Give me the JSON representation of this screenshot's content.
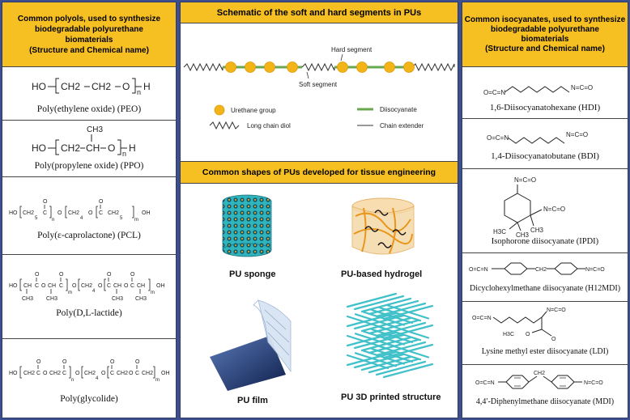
{
  "left": {
    "header_lines": [
      "Common polyols, used to synthesize",
      "biodegradable polyurethane",
      "biomaterials",
      "(Structure and Chemical name)"
    ],
    "items": [
      {
        "name": "Poly(ethylene oxide) (PEO)"
      },
      {
        "name": "Poly(propylene oxide) (PPO)"
      },
      {
        "name": "Poly(ε-caprolactone) (PCL)"
      },
      {
        "name": "Poly(D,L-lactide)"
      },
      {
        "name": "Poly(glycolide)"
      }
    ],
    "formula_text": {
      "ho": "HO",
      "h": "H",
      "oh": "OH",
      "o": "O",
      "n": "n",
      "m": "m",
      "ch2": "CH2",
      "ch": "CH",
      "ch3": "CH3",
      "c": "C",
      "five": "5",
      "four": "4"
    }
  },
  "middle": {
    "schematic_title": "Schematic of the soft and hard segments in PUs",
    "hard_segment_label": "Hard segment",
    "soft_segment_label": "Soft segment",
    "legend": {
      "urethane": "Urethane group",
      "diisocyanate": "Diisocyanate",
      "long_chain_diol": "Long chain diol",
      "chain_extender": "Chain extender"
    },
    "shapes_title": "Common shapes of PUs developed for tissue engineering",
    "shapes": {
      "sponge": "PU sponge",
      "hydrogel": "PU-based hydrogel",
      "film": "PU film",
      "printed": "PU 3D printed structure"
    }
  },
  "right": {
    "header_lines": [
      "Common isocyanates, used to synthesize",
      "biodegradable polyurethane",
      "biomaterials",
      "(Structure and Chemical name)"
    ],
    "items": [
      {
        "name": "1,6-Diisocyanatohexane (HDI)"
      },
      {
        "name": "1,4-Diisocyanatobutane (BDI)"
      },
      {
        "name": "Isophorone diisocyanate (IPDI)"
      },
      {
        "name": "Dicyclohexylmethane diisocyanate (H12MDI)"
      },
      {
        "name": "Lysine methyl ester diisocyanate (LDI)"
      },
      {
        "name": "4,4′-Diphenylmethane diisocyanate (MDI)"
      }
    ],
    "formula_text": {
      "oc": "O=C=N",
      "no": "N=C=O",
      "h3c": "H3C",
      "ch3": "CH3",
      "ch2": "CH2",
      "o": "O"
    }
  },
  "colors": {
    "header_bg": "#f6bf22",
    "frame": "#3d4f8c",
    "urethane": "#f2b416",
    "diisocyanate": "#6aa84f",
    "cyan_material": "#40c0c8"
  }
}
